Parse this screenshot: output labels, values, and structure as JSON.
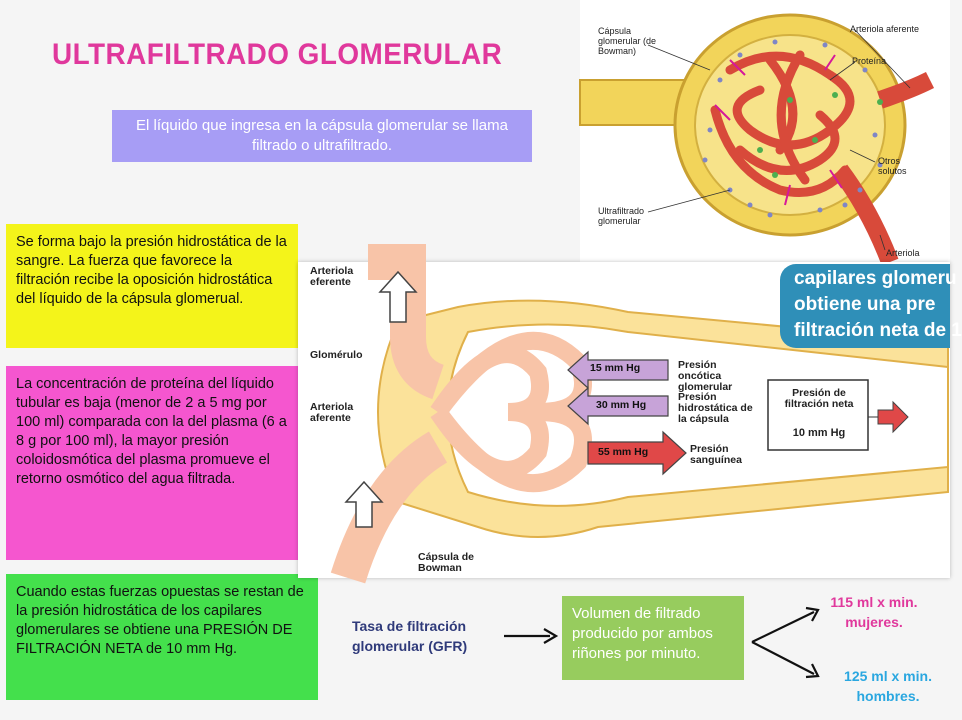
{
  "title": "ULTRAFILTRADO GLOMERULAR",
  "definition": "El líquido que ingresa en la cápsula glomerular se llama filtrado o ultrafiltrado.",
  "boxes": {
    "yellow": "Se forma bajo la presión hidrostática de la sangre. La fuerza que favorece la filtración recibe la oposición hidrostática del líquido de la cápsula glomerual.",
    "pink": "La concentración de proteína del líquido tubular es baja (menor de 2 a 5 mg por 100 ml) comparada con la del plasma (6 a 8 g por 100 ml), la mayor presión coloidosmótica del plasma promueve el retorno osmótico del agua filtrada.",
    "green": "Cuando estas fuerzas opuestas se restan de la presión hidrostática de los capilares glomerulares se obtiene una PRESIÓN DE FILTRACIÓN NETA de 10 mm Hg."
  },
  "gfr": {
    "label": "Tasa de filtración glomerular (GFR)",
    "volume": "Volumen de filtrado producido por ambos riñones por minuto.",
    "women": "115 ml x min. mujeres.",
    "men": "125 ml x min. hombres."
  },
  "top_diagram": {
    "capsule_label": "Cápsula glomerular (de Bowman)",
    "afferent_label": "Arteriola aferente",
    "protein_label": "Proteína",
    "solutes_label": "Otros solutos",
    "ultra_label": "Ultrafiltrado glomerular",
    "afferent2_label": "Arteriola"
  },
  "pressure_diagram": {
    "efferent_label": "Arteriola eferente",
    "glomerulus_label": "Glomérulo",
    "afferent_label": "Arteriola aferente",
    "capsule_label": "Cápsula de Bowman",
    "oncotic_value": "15 mm Hg",
    "oncotic_label": "Presión oncótica glomerular",
    "capsule_hydro_value": "30 mm Hg",
    "capsule_hydro_label": "Presión hidrostática de la cápsula",
    "blood_value": "55 mm Hg",
    "blood_label": "Presión sanguínea",
    "net_title": "Presión de filtración neta",
    "net_value": "10 mm Hg",
    "teal_line1": "capilares glomeru",
    "teal_line2": "obtiene una pre",
    "teal_line3": "filtración neta de 1"
  },
  "colors": {
    "title": "#e0389c",
    "definition_bg": "#a79df5",
    "yellow_bg": "#f4f41a",
    "pink_bg": "#f556cf",
    "green_bg": "#44e04c",
    "volume_bg": "#97cc5e",
    "women_text": "#e0389c",
    "men_text": "#2aa7e0",
    "gfr_text": "#2f3a7a"
  }
}
